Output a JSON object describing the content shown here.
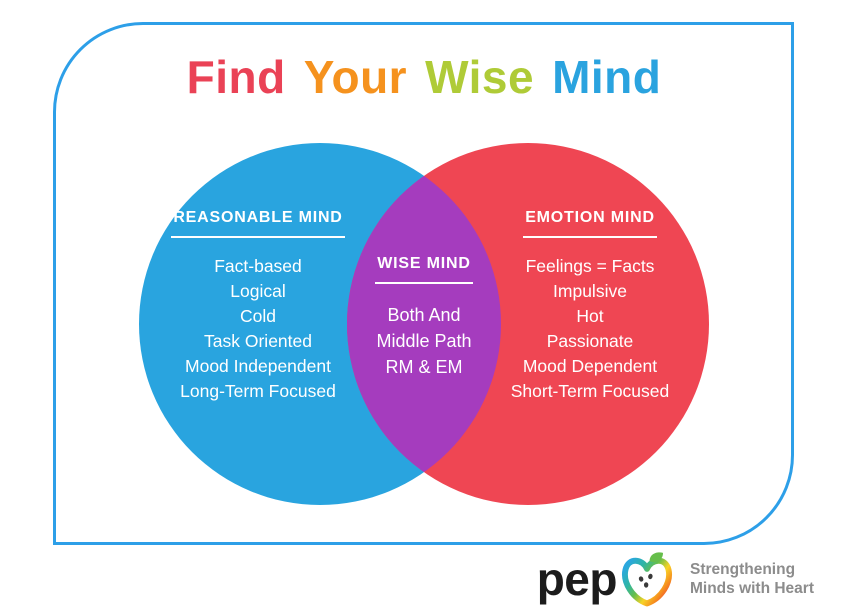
{
  "title": {
    "words": [
      {
        "text": "Find",
        "color": "#EA4256"
      },
      {
        "text": "Your",
        "color": "#F5921E"
      },
      {
        "text": "Wise",
        "color": "#AFCB37"
      },
      {
        "text": "Mind",
        "color": "#2AA3DF"
      }
    ]
  },
  "venn": {
    "reasonable": {
      "heading": "REASONABLE MIND",
      "items": [
        "Fact-based",
        "Logical",
        "Cold",
        "Task Oriented",
        "Mood Independent",
        "Long-Term Focused"
      ]
    },
    "wise": {
      "heading": "WISE MIND",
      "items": [
        "Both And",
        "Middle Path",
        "RM & EM"
      ]
    },
    "emotion": {
      "heading": "EMOTION MIND",
      "items": [
        "Feelings = Facts",
        "Impulsive",
        "Hot",
        "Passionate",
        "Mood Dependent",
        "Short-Term Focused"
      ]
    }
  },
  "footer": {
    "brand": "pep",
    "tagline": [
      "Strengthening",
      "Minds with Heart"
    ],
    "logo_icon": "rainbow-apple-heart-icon"
  },
  "colors": {
    "border_blue": "#2D9FE8",
    "circle_blue": "#29A4DF",
    "circle_red": "#EF4653",
    "overlap_purple": "#A53CBE",
    "text_white": "#FFFFFF",
    "tagline_gray": "#8C8C8C",
    "brand_black": "#1C1C1C"
  }
}
